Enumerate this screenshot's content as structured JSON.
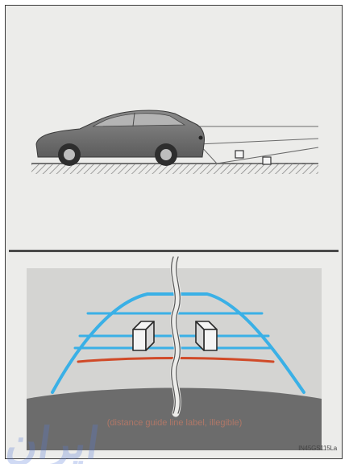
{
  "figure": {
    "id_code": "IN45GS115La",
    "guide_caption": "(distance guide line label, illegible)"
  },
  "colors": {
    "frame_background": "#ececea",
    "camera_view_background": "#d4d4d2",
    "bumper_area": "#6c6c6c",
    "vehicle_width_guide": "#3ab0e6",
    "distance_guide": "#3ab0e6",
    "danger_line": "#d04a28",
    "car_body": "#6e6e6e",
    "divider": "#4a4a4a"
  },
  "watermark": {
    "text": "ﺍﻳﺮﺍﻥ"
  }
}
